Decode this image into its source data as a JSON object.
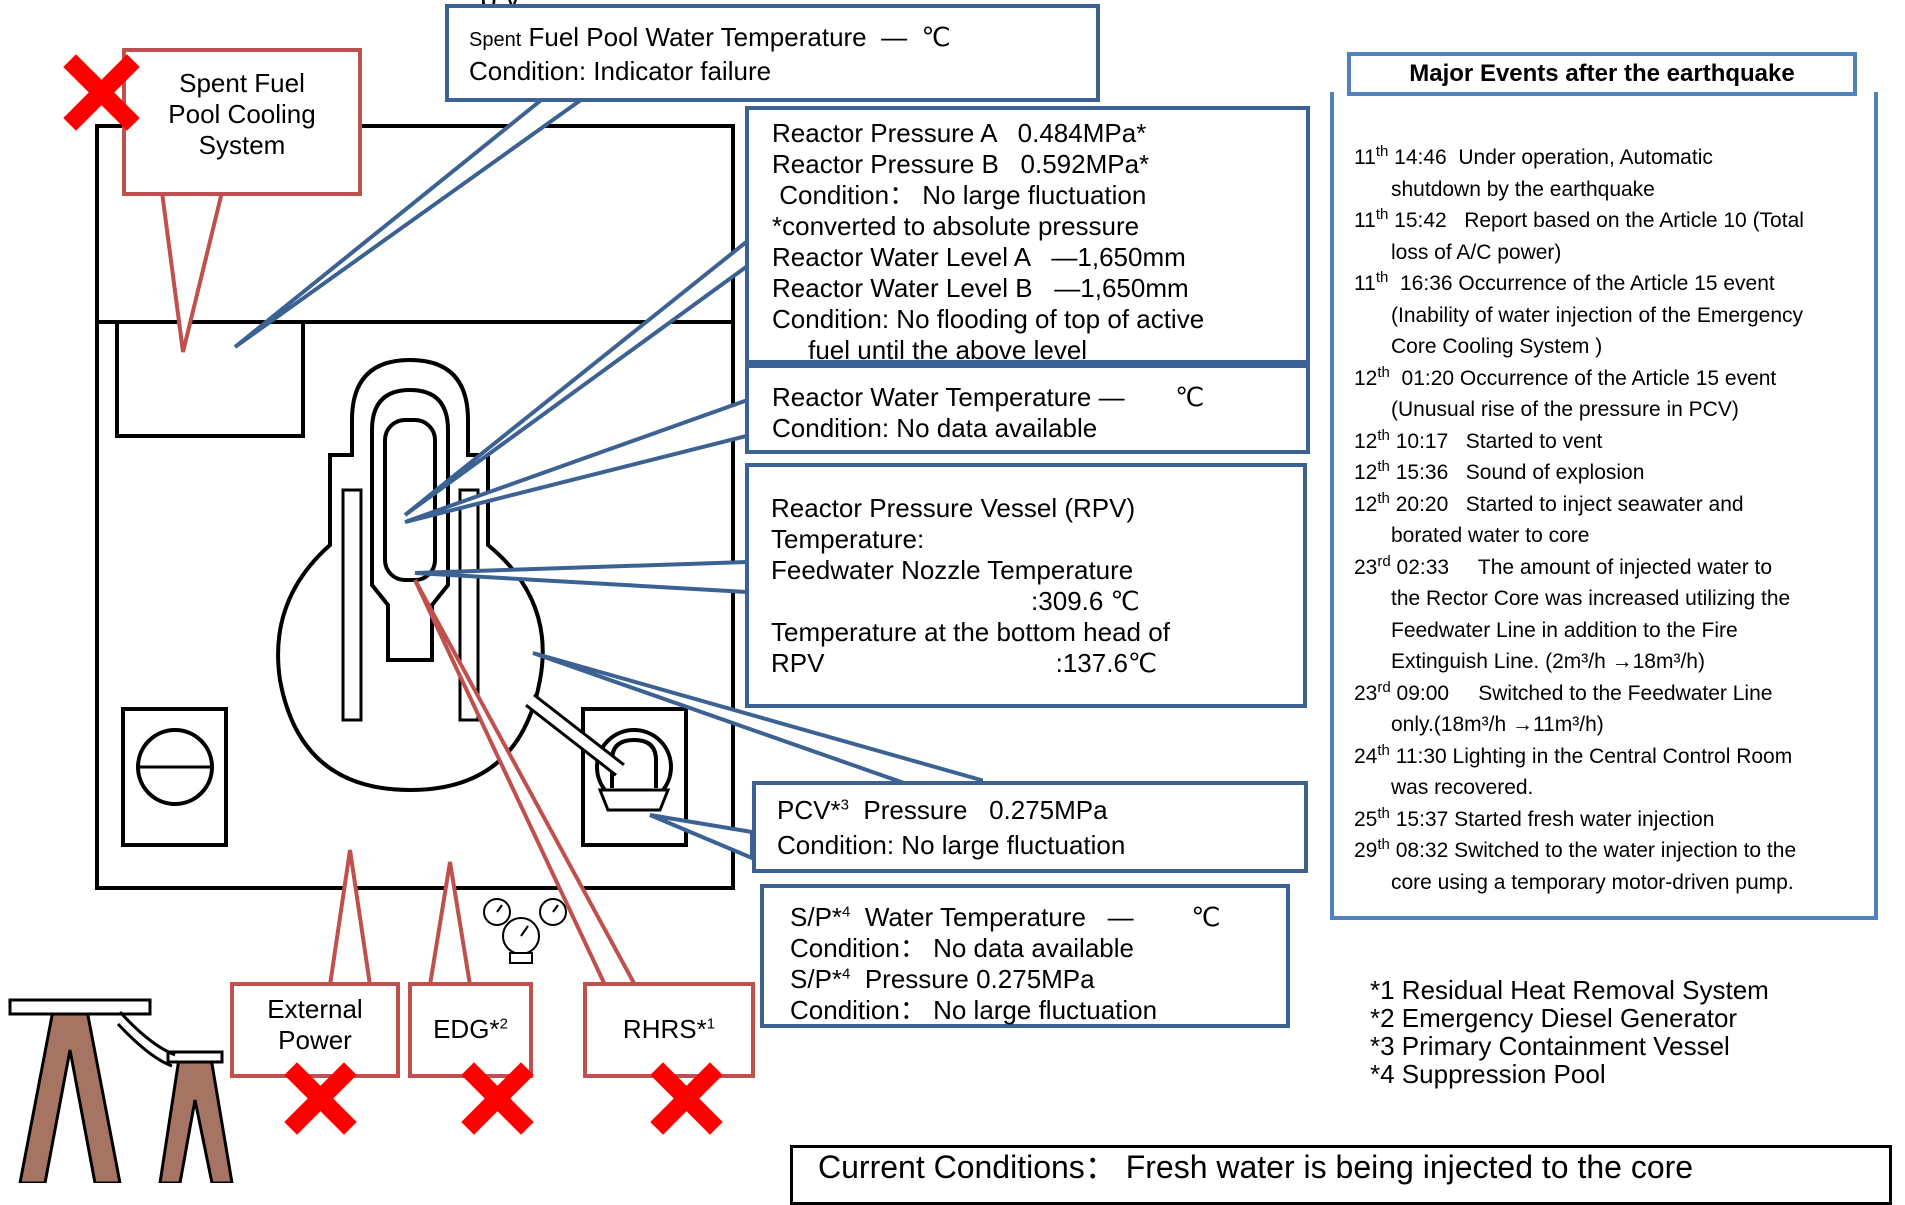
{
  "header_fragment": "p                                                    y       ,",
  "spent_fuel_cooling": {
    "label_lines": [
      "Spent Fuel",
      "Pool Cooling",
      "System"
    ]
  },
  "spent_fuel_temp": {
    "line1_small": "Spent",
    "line1_rest": " Fuel Pool Water Temperature  —  ℃",
    "line2": "Condition: Indicator failure"
  },
  "reactor_pressure": {
    "lines": [
      "Reactor Pressure A   0.484MPa*",
      "Reactor Pressure B   0.592MPa*",
      " Condition： No large fluctuation",
      "*converted to absolute pressure",
      "Reactor Water Level A   —1,650mm",
      "Reactor Water Level B   —1,650mm",
      "Condition: No flooding of top of active",
      "     fuel until the above level"
    ]
  },
  "reactor_water_temp": {
    "line1": "Reactor Water Temperature —       ℃",
    "line2": "Condition: No data available"
  },
  "rpv_temp": {
    "lines": [
      "Reactor Pressure Vessel (RPV)",
      "Temperature:",
      "Feedwater Nozzle Temperature",
      "                                    :309.6 ℃",
      "Temperature at the bottom head of",
      "RPV                                :137.6℃"
    ]
  },
  "pcv": {
    "line1_a": "PCV*",
    "line1_sup": "3",
    "line1_b": "  Pressure   0.275MPa",
    "line2": "Condition: No large fluctuation"
  },
  "sp": {
    "line1_a": "S/P*",
    "line1_sup": "4",
    "line1_b": "  Water Temperature   —        ℃",
    "line2": "Condition： No data available",
    "line3_a": "S/P*",
    "line3_sup": "4",
    "line3_b": "  Pressure 0.275MPa",
    "line4": "Condition： No large fluctuation"
  },
  "labels": {
    "external_power": [
      "External",
      "Power"
    ],
    "edg_a": "EDG*",
    "edg_sup": "2",
    "rhrs_a": "RHRS*",
    "rhrs_sup": "1"
  },
  "events": {
    "title": "Major Events after the earthquake",
    "items": [
      {
        "day": "11",
        "sup": "th",
        "lines": [
          " 14:46  Under operation, Automatic",
          "shutdown by the earthquake"
        ]
      },
      {
        "day": "11",
        "sup": "th",
        "lines": [
          " 15:42   Report based on the Article 10 (Total",
          "loss of A/C power)"
        ]
      },
      {
        "day": "11",
        "sup": "th",
        "lines": [
          "  16:36 Occurrence of the Article 15 event",
          "(Inability of water injection of the Emergency",
          "Core Cooling System )"
        ]
      },
      {
        "day": "12",
        "sup": "th",
        "lines": [
          "  01:20 Occurrence of the Article 15 event",
          "(Unusual rise of the pressure in PCV)"
        ]
      },
      {
        "day": "12",
        "sup": "th",
        "lines": [
          " 10:17   Started to vent"
        ]
      },
      {
        "day": "12",
        "sup": "th",
        "lines": [
          " 15:36   Sound of explosion"
        ]
      },
      {
        "day": "12",
        "sup": "th",
        "lines": [
          " 20:20   Started to inject seawater and",
          "borated water to core"
        ]
      },
      {
        "day": "23",
        "sup": "rd",
        "lines": [
          " 02:33     The amount of injected water to",
          "the Rector Core was increased utilizing the",
          "Feedwater Line in addition to the Fire",
          "Extinguish Line. (2m³/h →18m³/h)"
        ]
      },
      {
        "day": "23",
        "sup": "rd",
        "lines": [
          " 09:00     Switched to the Feedwater Line",
          "only.(18m³/h →11m³/h)"
        ]
      },
      {
        "day": "24",
        "sup": "th",
        "lines": [
          " 11:30 Lighting in the Central Control Room",
          "was recovered."
        ]
      },
      {
        "day": "25",
        "sup": "th",
        "lines": [
          " 15:37 Started fresh water injection"
        ]
      },
      {
        "day": "29",
        "sup": "th",
        "lines": [
          " 08:32 Switched to the water injection to the",
          "core using a temporary motor-driven pump."
        ]
      }
    ]
  },
  "footnotes": [
    "*1 Residual Heat Removal System",
    "*2 Emergency Diesel Generator",
    "*3 Primary Containment Vessel",
    "*4 Suppression Pool"
  ],
  "current_conditions": "Current Conditions： Fresh water is being injected to the core",
  "colors": {
    "blue": "#3c6193",
    "red": "#c0504d",
    "cross": "#ff0000"
  }
}
